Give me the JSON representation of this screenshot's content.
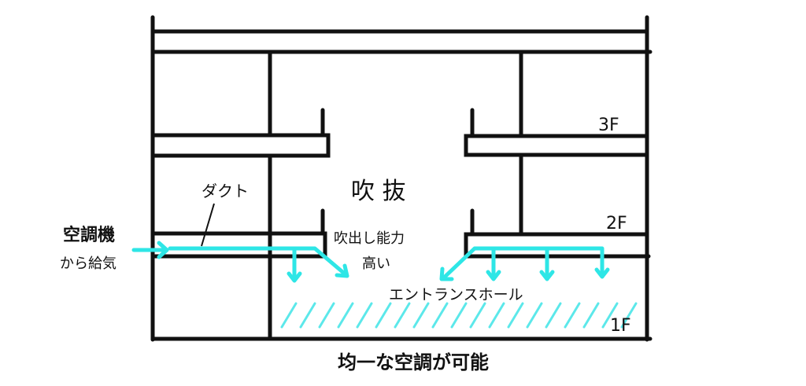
{
  "labels": {
    "floor_3f": "3F",
    "floor_2f": "2F",
    "floor_1f": "1F",
    "atrium": "吹 抜",
    "duct": "ダクト",
    "ac_supply_line1": "空調機",
    "ac_supply_line2": "から給気",
    "blow_capacity_line1": "吹出し能力",
    "blow_capacity_line2": "高い",
    "entrance_hall": "エントランスホール",
    "caption": "均一な空調が可能"
  },
  "colors": {
    "line": "#111111",
    "airflow": "#2ee6e6",
    "hatch": "#5ce8ea"
  }
}
